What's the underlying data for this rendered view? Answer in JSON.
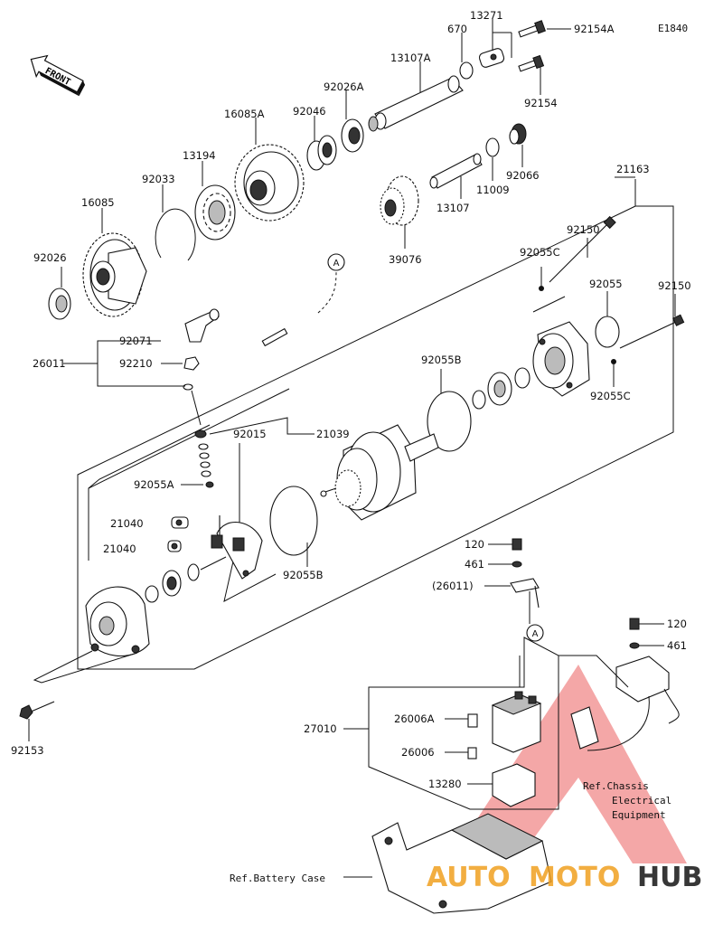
{
  "diagram_code": "E1840",
  "front_label": "FRONT",
  "callout_letter": "A",
  "parts": {
    "p92154A": "92154A",
    "p13271": "13271",
    "p670": "670",
    "p13107A": "13107A",
    "p92154": "92154",
    "p92026A": "92026A",
    "p92046": "92046",
    "p16085A": "16085A",
    "p13194": "13194",
    "p92033": "92033",
    "p16085": "16085",
    "p92026": "92026",
    "p11009": "11009",
    "p92066": "92066",
    "p13107": "13107",
    "p39076": "39076",
    "p21163": "21163",
    "p92150a": "92150",
    "p92055C_a": "92055C",
    "p92055": "92055",
    "p92150b": "92150",
    "p92055C_b": "92055C",
    "p92071": "92071",
    "p26011": "26011",
    "p92210": "92210",
    "p92055B_a": "92055B",
    "p92015": "92015",
    "p21039": "21039",
    "p92055A": "92055A",
    "p21040a": "21040",
    "p21040b": "21040",
    "p92055B_b": "92055B",
    "p92153": "92153",
    "p120a": "120",
    "p461a": "461",
    "p26011ref": "(26011)",
    "p120b": "120",
    "p461b": "461",
    "p27010": "27010",
    "p26006A": "26006A",
    "p26006": "26006",
    "p13280": "13280"
  },
  "refs": {
    "chassis_line1": "Ref.Chassis",
    "chassis_line2": "Electrical",
    "chassis_line3": "Equipment",
    "battery_case": "Ref.Battery Case"
  },
  "watermark": {
    "auto": "AUTO",
    "moto": "MOTO",
    "hub": "HUB"
  },
  "colors": {
    "watermark_red": "#e53935",
    "watermark_orange": "#f0a020",
    "watermark_black": "#222222"
  }
}
